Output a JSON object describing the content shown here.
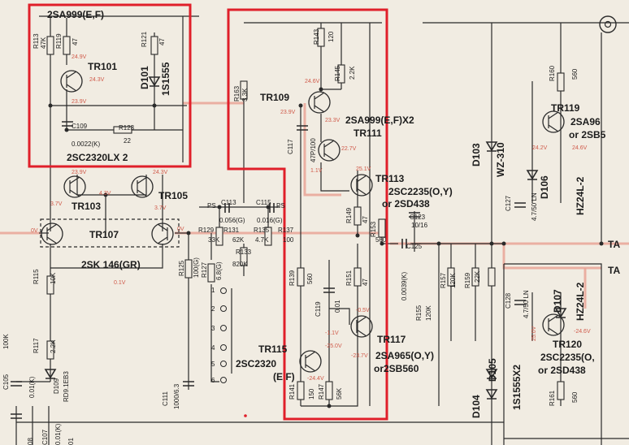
{
  "labels": {
    "q_2sa999_top": "2SA999(E,F)",
    "q_2sc2320lx2": "2SC2320LX 2",
    "q_2sa999x2": "2SA999(E,F)X2",
    "q_2sc2235": "2SC2235(O,Y)",
    "q_2sd438_or": "or 2SD438",
    "q_2sk146": "2SK 146(GR)",
    "q_2sc2320": "2SC2320",
    "q_ef": "(E F)",
    "q_2sa965_oy": "2SA965(O,Y)",
    "q_2sb560_or": "or2SB560",
    "q_2sa96_right": "2SA96",
    "q_2sb5_right": "or 2SB5",
    "q_2sc2235_right": "2SC2235(O,",
    "q_2sd438_right": "or 2SD438",
    "tr101": "TR101",
    "tr103": "TR103",
    "tr105": "TR105",
    "tr107": "TR107",
    "tr109": "TR109",
    "tr111": "TR111",
    "tr113": "TR113",
    "tr115": "TR115",
    "tr117": "TR117",
    "tr119": "TR119",
    "tr120": "TR120",
    "d101": "D101",
    "d101_part": "1S1555",
    "d103": "D103",
    "d103_part": "WZ-310",
    "d104": "D104",
    "d105": "D105",
    "d105_part": "1S1555X2",
    "d106": "D106",
    "d106_part": "HZ24L-2",
    "d107": "D107",
    "d107_part": "HZ24L-2",
    "d109": "D109",
    "d109_part": "RD9.1EB3",
    "r113": "R113",
    "r113_v": "47K",
    "r119": "R119",
    "r119_v": "47",
    "r121": "R121",
    "r121_v": "47",
    "r123": "R123",
    "r123_v": "22",
    "c109": "C109",
    "c109_v": "0.0022(K)",
    "r143": "R143",
    "r143_v": "120",
    "r145": "R145",
    "r145_v": "2.2K",
    "r163": "R163",
    "r163_v": "3.3K",
    "c117": "C117",
    "c117_v": "47P/100",
    "c113": "C113",
    "c113_v": "0.056(G)",
    "c115": "C115",
    "c115_v": "0.016(G)",
    "ps1": "PS",
    "ps2": "PS",
    "r129": "R129",
    "r129_v": "33K",
    "r131": "R131",
    "r131_v": "62K",
    "r135": "R135",
    "r135_v": "4.7K",
    "r137": "R137",
    "r137_v": "100",
    "r133": "R133",
    "r133_v": "820K",
    "r125": "R125",
    "r125_v": "100(G)",
    "r127": "R127",
    "r127_v": "6.8(G)",
    "r115": "R115",
    "r115_v": "10K",
    "r117": "R117",
    "r117_v": "2.2K",
    "c105": "C105",
    "c105_v": "0.01(K)",
    "c107": "C107",
    "c107_v": "0.01(K)",
    "c111": "C111",
    "c111_v": "1000/6.3",
    "r139": "R139",
    "r139_v": "560",
    "c119": "C119",
    "c119_v": "0.01",
    "r141": "R141",
    "r141_v": "150",
    "r147": "R147",
    "r147_v": "56K",
    "r149": "R149",
    "r149_v": "47",
    "r151": "R151",
    "r151_v": "47",
    "r153": "R153",
    "r153_v": "560",
    "c123": "C123",
    "c123_v": "10/16",
    "c125": "C125",
    "c125_v": "0.0039(K)",
    "r155": "R155",
    "r155_v": "120K",
    "r157": "R157",
    "r157_v": "120K",
    "r159": "R159",
    "r159_v": "22K",
    "c127": "C127",
    "c127_v": "4.7/50 LN",
    "c128": "C128",
    "c128_v": "4.7/50 LN",
    "r160": "R160",
    "r160_v": "560",
    "r161": "R161",
    "r161_v": "560",
    "ta1": "TA",
    "ta2": "TA",
    "sw_pos": [
      "1",
      "2",
      "3",
      "4",
      "5",
      "6"
    ],
    "left_edge_100k": "100K",
    "left_edge_08": "08",
    "left_edge_01": "01"
  },
  "voltages": {
    "v_24_9": "24.9V",
    "v_24_3": "24.3V",
    "v_23_9_a": "23.9V",
    "v_23_9_b": "23.9V",
    "v_24_3_b": "24.3V",
    "v_4_3": "4.3V",
    "v_3_7_a": "3.7V",
    "v_3_7_b": "3.7V",
    "v_0_a": "0V",
    "v_0_b": "0V",
    "v_0_1": "0.1V",
    "v_24_6": "24.6V",
    "v_23_9_c": "23.9V",
    "v_23_3": "23.3V",
    "v_22_7": "22.7V",
    "v_25_1": "25.1V",
    "v_1_1": "1.1V",
    "v_0_5": "-0.5V",
    "v_1_1_b": "-1.1V",
    "v_25_0": "-25.0V",
    "v_23_7": "-23.7V",
    "v_24_4": "-24.4V",
    "v_24_2": "24.2V",
    "v_24_6_b": "24.6V",
    "v_25_0_b": "25.0V",
    "v_24_6_c": "-24.6V"
  },
  "colors": {
    "paper": "#f1ece2",
    "ink": "#2a2a2a",
    "highlight_box": "#e01f2a",
    "signal_path": "#e9a597",
    "voltage_text": "#d05a4a"
  }
}
